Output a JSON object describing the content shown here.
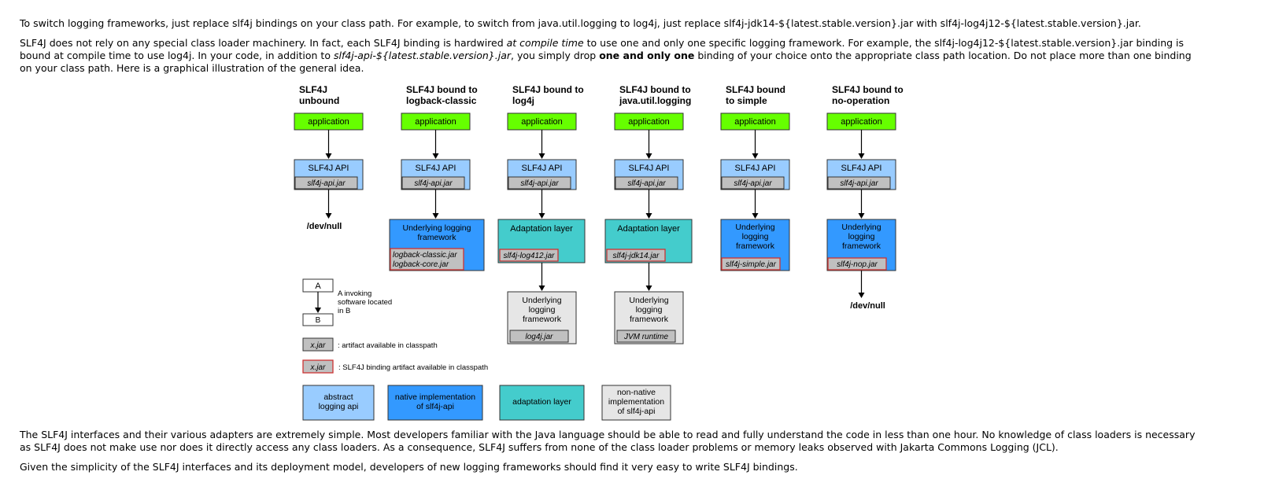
{
  "paragraphs": {
    "p1": "To switch logging frameworks, just replace slf4j bindings on your class path. For example, to switch from java.util.logging to log4j, just replace slf4j-jdk14-${latest.stable.version}.jar with slf4j-log4j12-${latest.stable.version}.jar.",
    "p2": {
      "a": "SLF4J does not rely on any special class loader machinery. In fact, each SLF4J binding is hardwired ",
      "b": "at compile time",
      "c": " to use one and only one specific logging framework. For example, the slf4j-log4j12-${latest.stable.version}.jar binding is bound at compile time to use log4j. In your code, in addition to ",
      "d": "slf4j-api-${latest.stable.version}.jar",
      "e": ", you simply drop ",
      "f": "one and only one",
      "g": " binding of your choice onto the appropriate class path location. Do not place more than one binding on your class path. Here is a graphical illustration of the general idea."
    },
    "p3": "The SLF4J interfaces and their various adapters are extremely simple. Most developers familiar with the Java language should be able to read and fully understand the code in less than one hour. No knowledge of class loaders is necessary as SLF4J does not make use nor does it directly access any class loaders. As a consequence, SLF4J suffers from none of the class loader problems or memory leaks observed with Jakarta Commons Logging (JCL).",
    "p4": "Given the simplicity of the SLF4J interfaces and its deployment model, developers of new logging frameworks should find it very easy to write SLF4J bindings."
  },
  "diagram": {
    "colors": {
      "application": "#66ff00",
      "api": "#99ccff",
      "native": "#3399ff",
      "adaptation": "#44cccc",
      "nonnative": "#e6e6e6",
      "jar": "#c0c0c0",
      "binding_border": "#cc3333"
    },
    "columns": [
      {
        "title": [
          "SLF4J",
          "unbound"
        ],
        "app": "application",
        "api": "SLF4J API",
        "api_jar": "slf4j-api.jar",
        "tail": "/dev/null"
      },
      {
        "title": [
          "SLF4J bound to",
          "logback-classic"
        ],
        "app": "application",
        "api": "SLF4J API",
        "api_jar": "slf4j-api.jar",
        "impl_label": [
          "Underlying logging",
          "framework"
        ],
        "impl_jars": [
          "logback-classic.jar",
          "logback-core.jar"
        ]
      },
      {
        "title": [
          "SLF4J bound to",
          "log4j"
        ],
        "app": "application",
        "api": "SLF4J API",
        "api_jar": "slf4j-api.jar",
        "adapt_label": "Adaptation layer",
        "adapt_jar": "slf4j-log412.jar",
        "under_label": [
          "Underlying",
          "logging",
          "framework"
        ],
        "under_jar": "log4j.jar"
      },
      {
        "title": [
          "SLF4J bound to",
          "java.util.logging"
        ],
        "app": "application",
        "api": "SLF4J API",
        "api_jar": "slf4j-api.jar",
        "adapt_label": "Adaptation layer",
        "adapt_jar": "slf4j-jdk14.jar",
        "under_label": [
          "Underlying",
          "logging",
          "framework"
        ],
        "under_jar": "JVM runtime"
      },
      {
        "title": [
          "SLF4J bound",
          "to simple"
        ],
        "app": "application",
        "api": "SLF4J API",
        "api_jar": "slf4j-api.jar",
        "impl_label": [
          "Underlying",
          "logging",
          "framework"
        ],
        "impl_jar": "slf4j-simple.jar"
      },
      {
        "title": [
          "SLF4J bound to",
          "no-operation"
        ],
        "app": "application",
        "api": "SLF4J API",
        "api_jar": "slf4j-api.jar",
        "impl_label": [
          "Underlying",
          "logging",
          "framework"
        ],
        "impl_jar": "slf4j-nop.jar",
        "tail": "/dev/null"
      }
    ],
    "legend": {
      "a": "A",
      "b": "B",
      "invoke_text": [
        "A invoking",
        "software located",
        "in B"
      ],
      "jar": "x.jar",
      "jar_text": ": artifact available in classpath",
      "binding_jar": "x.jar",
      "binding_text": ": SLF4J binding artifact available in classpath",
      "categories": [
        [
          "abstract",
          "logging api"
        ],
        [
          "native implementation",
          "of slf4j-api"
        ],
        [
          "adaptation layer"
        ],
        [
          "non-native",
          "implementation",
          "of slf4j-api"
        ]
      ]
    }
  }
}
